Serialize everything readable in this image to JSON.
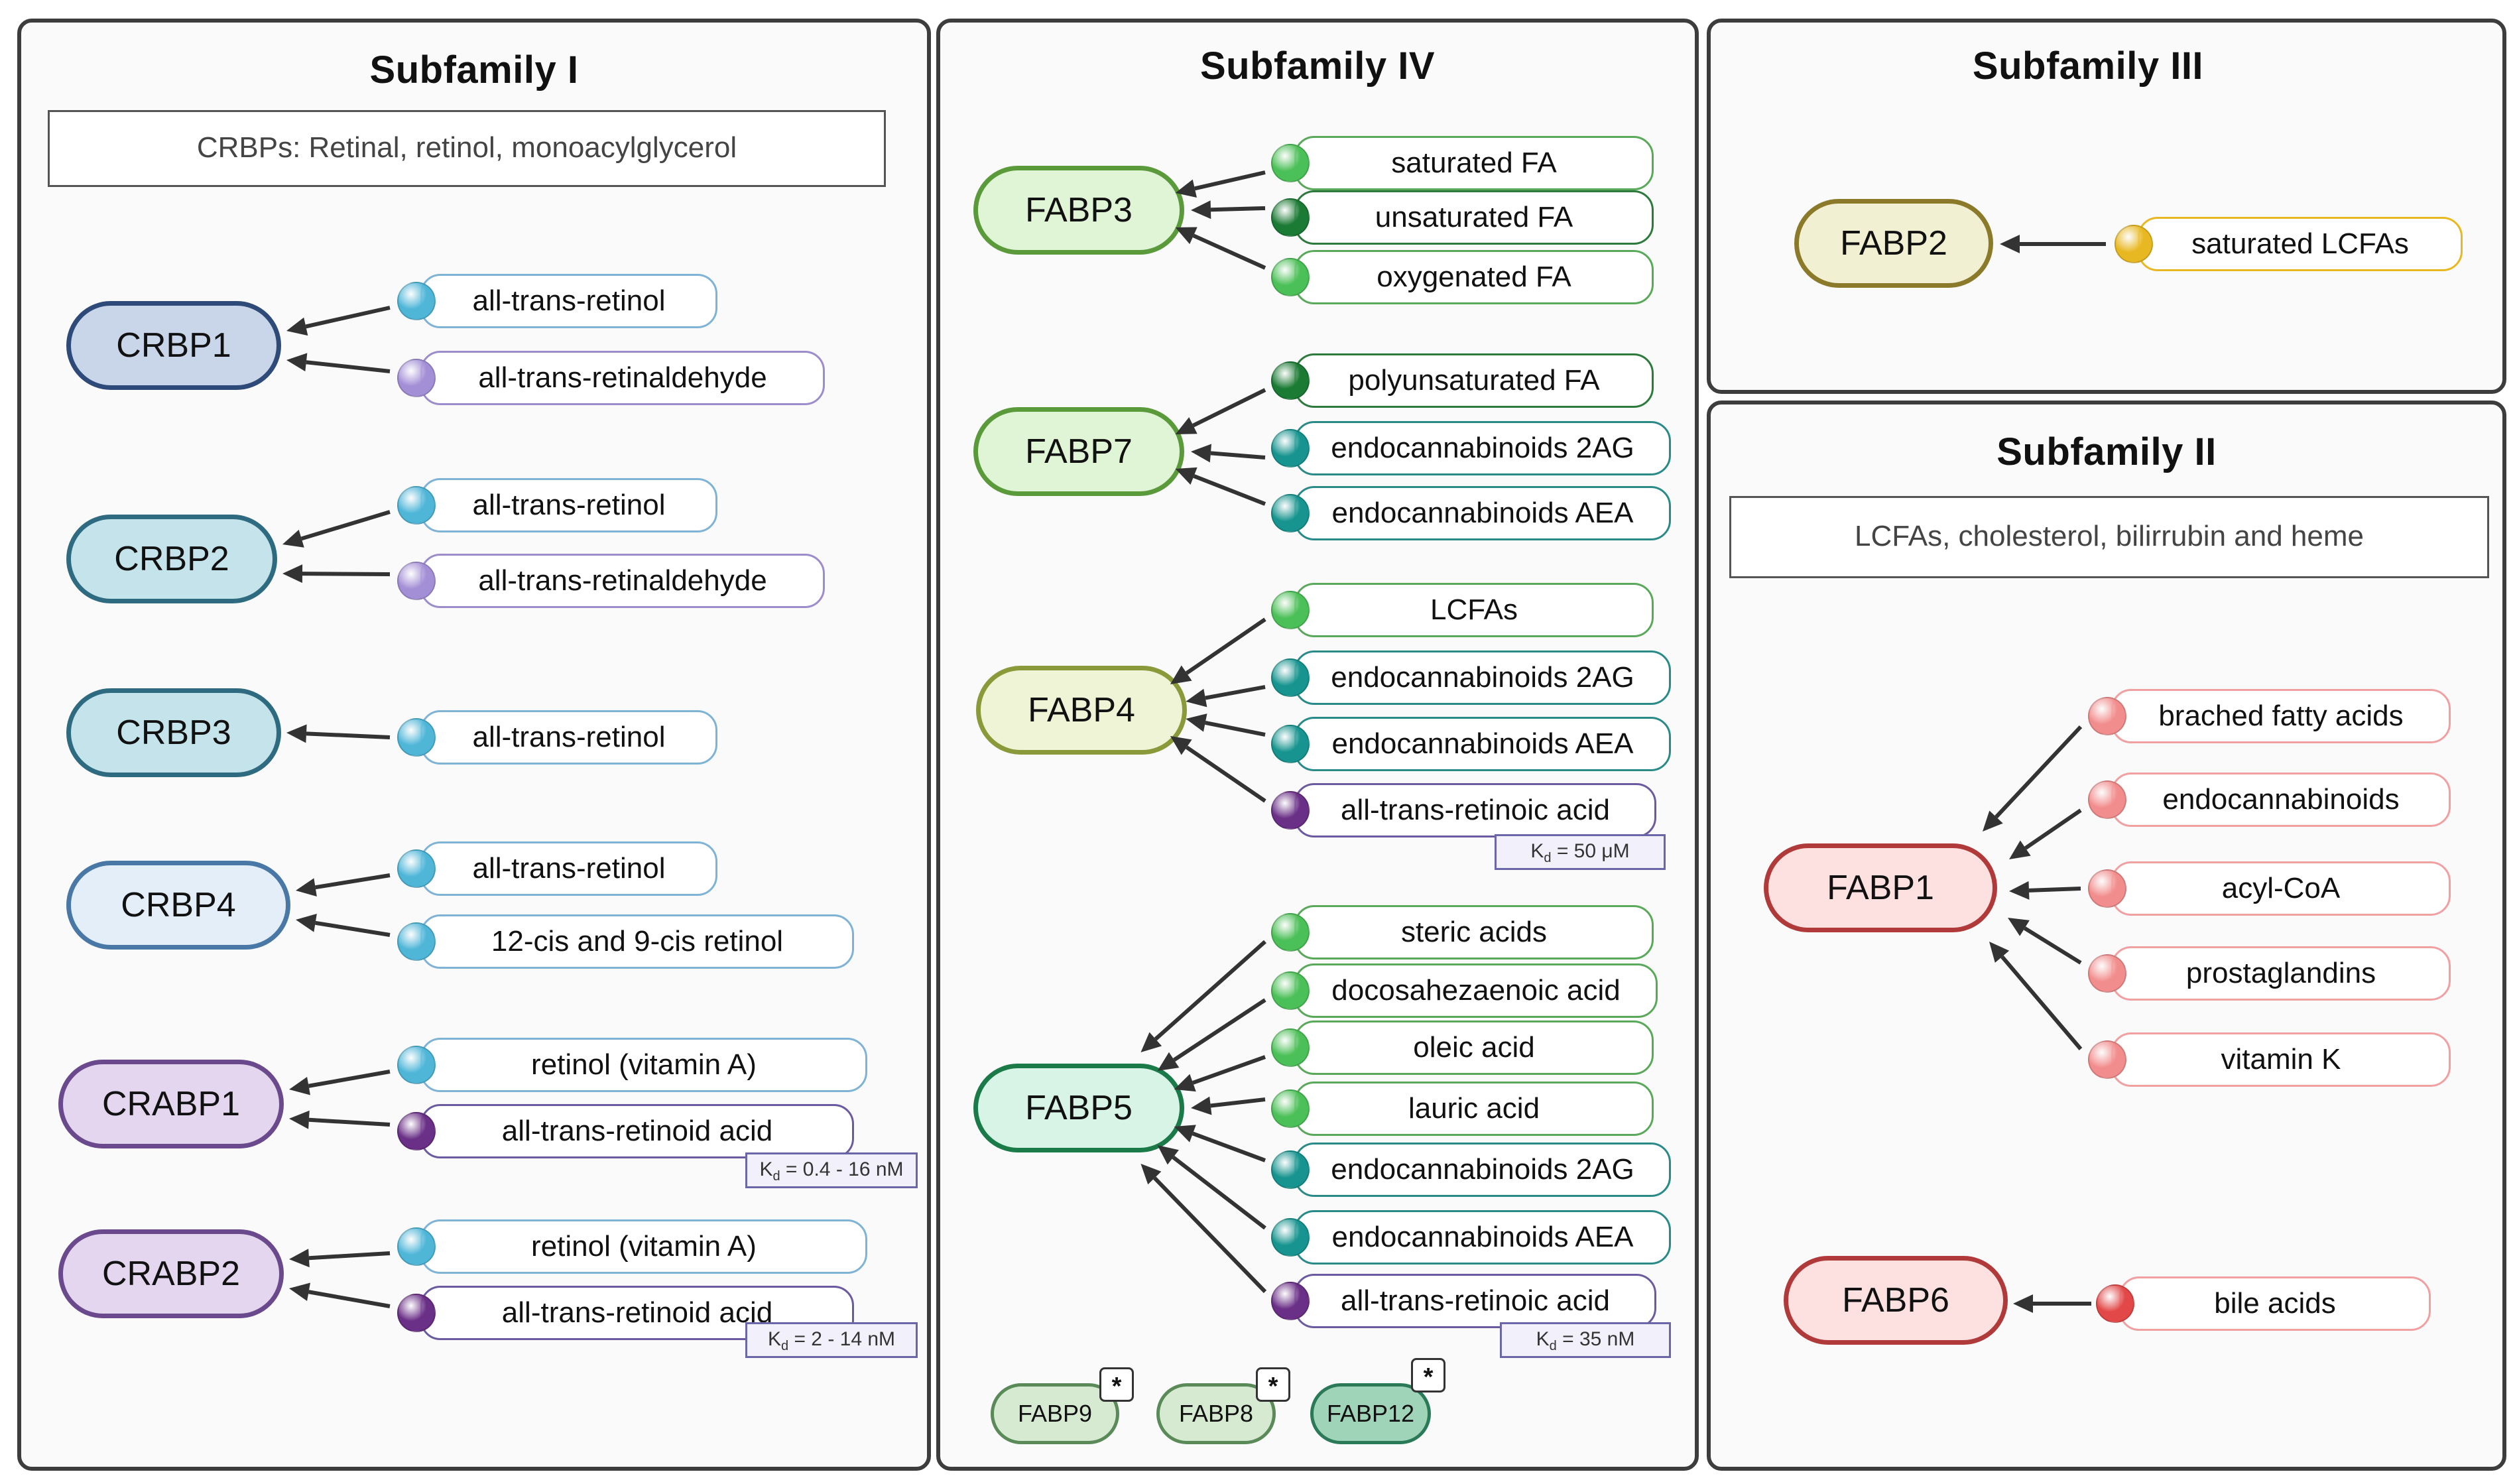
{
  "colors": {
    "retinol_ball": "#4fb6d8",
    "retinaldehyde_ball": "#a38fd6",
    "retinoic_ball": "#6a2f86",
    "fa_ball": "#4cc058",
    "dark_fa_ball": "#1b7a34",
    "endocannabinoid_ball": "#17948f",
    "lcfa_yellow_ball": "#e8b822",
    "fabp1_ball": "#f28d8d",
    "bile_ball": "#e24848"
  },
  "panel1": {
    "title": "Subfamily I",
    "subtitle": "CRBPs: Retinal, retinol, monoacylglycerol",
    "proteins": [
      {
        "name": "CRBP1",
        "ligands": [
          "all-trans-retinol",
          "all-trans-retinaldehyde"
        ]
      },
      {
        "name": "CRBP2",
        "ligands": [
          "all-trans-retinol",
          "all-trans-retinaldehyde"
        ]
      },
      {
        "name": "CRBP3",
        "ligands": [
          "all-trans-retinol"
        ]
      },
      {
        "name": "CRBP4",
        "ligands": [
          "all-trans-retinol",
          "12-cis and 9-cis retinol"
        ]
      },
      {
        "name": "CRABP1",
        "ligands": [
          "retinol (vitamin A)",
          "all-trans-retinoid acid"
        ],
        "kd": "= 0.4 - 16 nM"
      },
      {
        "name": "CRABP2",
        "ligands": [
          "retinol (vitamin A)",
          "all-trans-retinoid acid"
        ],
        "kd": "= 2 - 14 nM"
      }
    ]
  },
  "panel4": {
    "title": "Subfamily IV",
    "proteins": [
      {
        "name": "FABP3",
        "ligands": [
          "saturated FA",
          "unsaturated FA",
          "oxygenated FA"
        ]
      },
      {
        "name": "FABP7",
        "ligands": [
          "polyunsaturated FA",
          "endocannabinoids 2AG",
          "endocannabinoids AEA"
        ]
      },
      {
        "name": "FABP4",
        "ligands": [
          "LCFAs",
          "endocannabinoids 2AG",
          "endocannabinoids AEA",
          "all-trans-retinoic acid"
        ],
        "kd": "= 50 μM"
      },
      {
        "name": "FABP5",
        "ligands": [
          "steric acids",
          "docosahezaenoic acid",
          "oleic acid",
          "lauric acid",
          "endocannabinoids 2AG",
          "endocannabinoids AEA",
          "all-trans-retinoic acid"
        ],
        "kd": "= 35 nM"
      }
    ],
    "others": [
      {
        "name": "FABP9",
        "mark": "*"
      },
      {
        "name": "FABP8",
        "mark": "*"
      },
      {
        "name": "FABP12",
        "mark": "*"
      }
    ]
  },
  "panel3": {
    "title": "Subfamily III",
    "proteins": [
      {
        "name": "FABP2",
        "ligands": [
          "saturated LCFAs"
        ]
      }
    ]
  },
  "panel2": {
    "title": "Subfamily II",
    "subtitle": "LCFAs, cholesterol, bilirrubin and heme",
    "proteins": [
      {
        "name": "FABP1",
        "ligands": [
          "brached fatty acids",
          "endocannabinoids",
          "acyl-CoA",
          "prostaglandins",
          "vitamin K"
        ]
      },
      {
        "name": "FABP6",
        "ligands": [
          "bile acids"
        ]
      }
    ]
  },
  "kd_symbol": "K",
  "kd_subscript": "d"
}
